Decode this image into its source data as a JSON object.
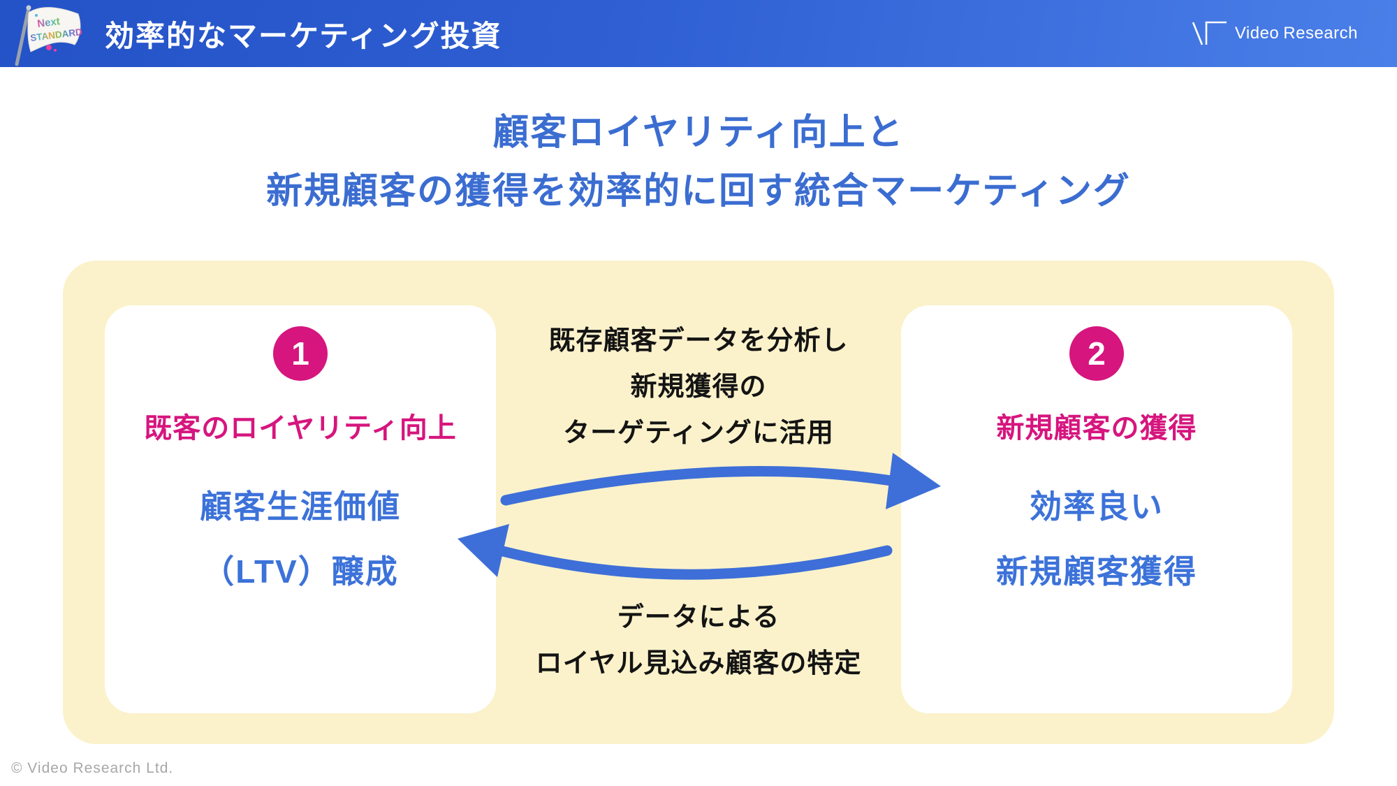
{
  "colors": {
    "header_gradient_start": "#2452C7",
    "header_gradient_end": "#4A7FE8",
    "title_blue": "#3B6DD1",
    "card_text_blue": "#3C72D9",
    "accent_pink": "#D6157E",
    "panel_yellow": "#FBF2CB",
    "arrow_blue": "#3E6FD8",
    "flow_text_black": "#141414",
    "footer_gray": "#A7A7A7"
  },
  "header": {
    "title": "効率的なマーケティング投資",
    "flag": {
      "line1": "Next",
      "line2": "STANDARD"
    },
    "brand": {
      "word1": "Video",
      "word2": "Research"
    }
  },
  "main_title": {
    "line1": "顧客ロイヤリティ向上と",
    "line2": "新規顧客の獲得を効率的に回す統合マーケティング"
  },
  "diagram": {
    "left_card": {
      "number": "1",
      "heading": "既客のロイヤリティ向上",
      "line1": "顧客生涯価値",
      "line2": "（LTV）醸成"
    },
    "right_card": {
      "number": "2",
      "heading": "新規顧客の獲得",
      "line1": "効率良い",
      "line2": "新規顧客獲得"
    },
    "top_flow": {
      "line1": "既存顧客データを分析し",
      "line2": "新規獲得の",
      "line3": "ターゲティングに活用"
    },
    "bottom_flow": {
      "line1": "データによる",
      "line2": "ロイヤル見込み顧客の特定"
    }
  },
  "footer": {
    "copyright": "© Video Research Ltd."
  }
}
